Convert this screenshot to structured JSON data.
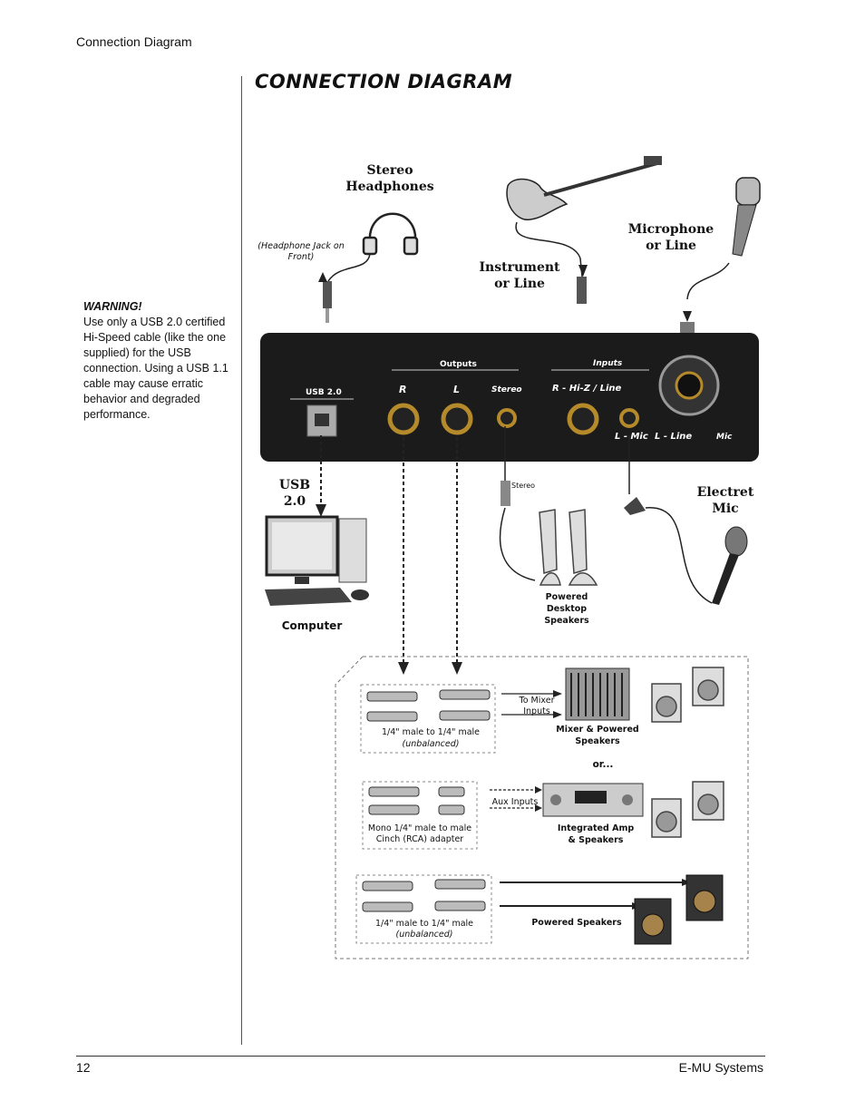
{
  "header": {
    "section": "Connection Diagram"
  },
  "title": "CONNECTION DIAGRAM",
  "warning": {
    "title": "WARNING!",
    "body": "Use only a USB 2.0 certified Hi-Speed cable (like the one supplied) for the USB connection. Using a USB 1.1 cable may cause erratic behavior and degraded performance."
  },
  "diagram": {
    "stereo_headphones": "Stereo Headphones",
    "headphone_note": "(Headphone Jack on Front)",
    "instrument": "Instrument or Line",
    "microphone": "Microphone or Line",
    "usb_label": "USB 2.0",
    "computer": "Computer",
    "electret_mic": "Electret Mic",
    "stereo_plug": "Stereo",
    "powered_desktop": "Powered Desktop Speakers",
    "panel": {
      "usb": "USB 2.0",
      "outputs": "Outputs",
      "inputs": "Inputs",
      "r": "R",
      "l": "L",
      "stereo": "Stereo",
      "r_hiz": "R - Hi-Z / Line",
      "l_mic": "L - Mic",
      "l_line_mic": "L - Line",
      "mic": "Mic"
    },
    "options": {
      "cable1": "1/4\" male to 1/4\" male",
      "cable1_sub": "(unbalanced)",
      "to_mixer": "To Mixer Inputs",
      "mixer": "Mixer & Powered Speakers",
      "or": "or...",
      "cable2": "Mono 1/4\" male to male Cinch (RCA) adapter",
      "aux": "Aux Inputs",
      "amp": "Integrated Amp & Speakers",
      "cable3": "1/4\" male to 1/4\" male",
      "cable3_sub": "(unbalanced)",
      "powered": "Powered Speakers"
    }
  },
  "footer": {
    "page": "12",
    "company": "E-MU Systems"
  }
}
